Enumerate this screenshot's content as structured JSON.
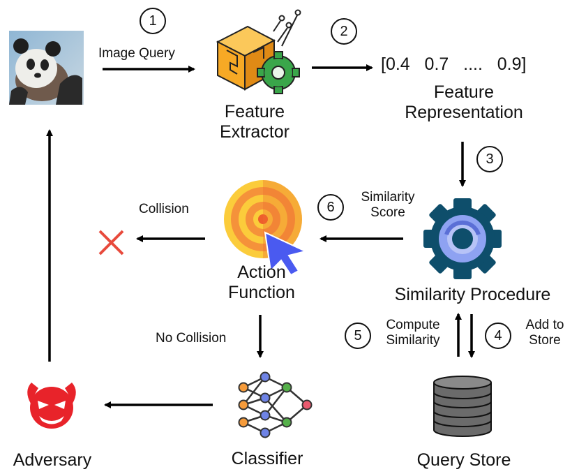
{
  "nodes": {
    "feature_extractor": "Feature\nExtractor",
    "feature_vector": "[0.4   0.7   ....   0.9]",
    "feature_representation": "Feature\nRepresentation",
    "similarity_procedure": "Similarity Procedure",
    "query_store": "Query Store",
    "action_function": "Action\nFunction",
    "classifier": "Classifier",
    "adversary": "Adversary"
  },
  "edges": {
    "image_query": "Image Query",
    "similarity_score": "Similarity\nScore",
    "collision": "Collision",
    "no_collision": "No Collision",
    "compute_similarity": "Compute\nSimilarity",
    "add_to_store": "Add to\nStore"
  },
  "steps": [
    "1",
    "2",
    "3",
    "4",
    "5",
    "6"
  ],
  "colors": {
    "arrow": "#000000",
    "collision_x": "#e84a3c",
    "adversary": "#e8232a",
    "gear_dark": "#0e4e6b",
    "gear_light": "#8ea2f2",
    "target_orange": "#f5923a",
    "target_yellow": "#fbcc3b",
    "cursor": "#4a5af0",
    "extractor_cube": "#f7a925",
    "extractor_gear": "#3aa64a",
    "database": "#555555"
  },
  "icons": [
    "panda-image",
    "feature-extractor-icon",
    "similarity-gear-icon",
    "database-icon",
    "target-icon",
    "neural-network-icon",
    "devil-icon",
    "x-icon"
  ]
}
